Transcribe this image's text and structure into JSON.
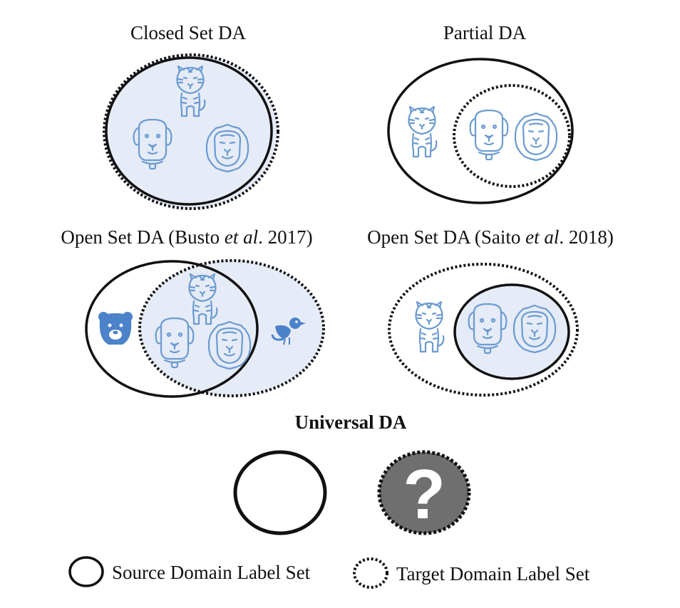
{
  "panels": {
    "closed_set": {
      "title": "Closed Set DA"
    },
    "partial": {
      "title": "Partial DA"
    },
    "open_set_busto": {
      "title_prefix": "Open Set DA (Busto ",
      "title_italic": "et al",
      "title_suffix": ". 2017)"
    },
    "open_set_saito": {
      "title_prefix": "Open Set DA (Saito ",
      "title_italic": "et al",
      "title_suffix": ". 2018)"
    },
    "universal": {
      "title": "Universal DA",
      "unknown_symbol": "?"
    }
  },
  "legend": {
    "source_label": "Source Domain Label Set",
    "target_label": "Target Domain Label Set"
  },
  "icons": [
    "tiger-icon",
    "dog-icon",
    "lion-icon",
    "bear-icon",
    "bird-icon",
    "question-mark-icon"
  ],
  "colors": {
    "fill": "#e5ebf7",
    "icon_stroke": "#6b9bd1",
    "bear": "#4b82c9",
    "unknown_fill": "#6f6f6f",
    "line": "#111111"
  }
}
